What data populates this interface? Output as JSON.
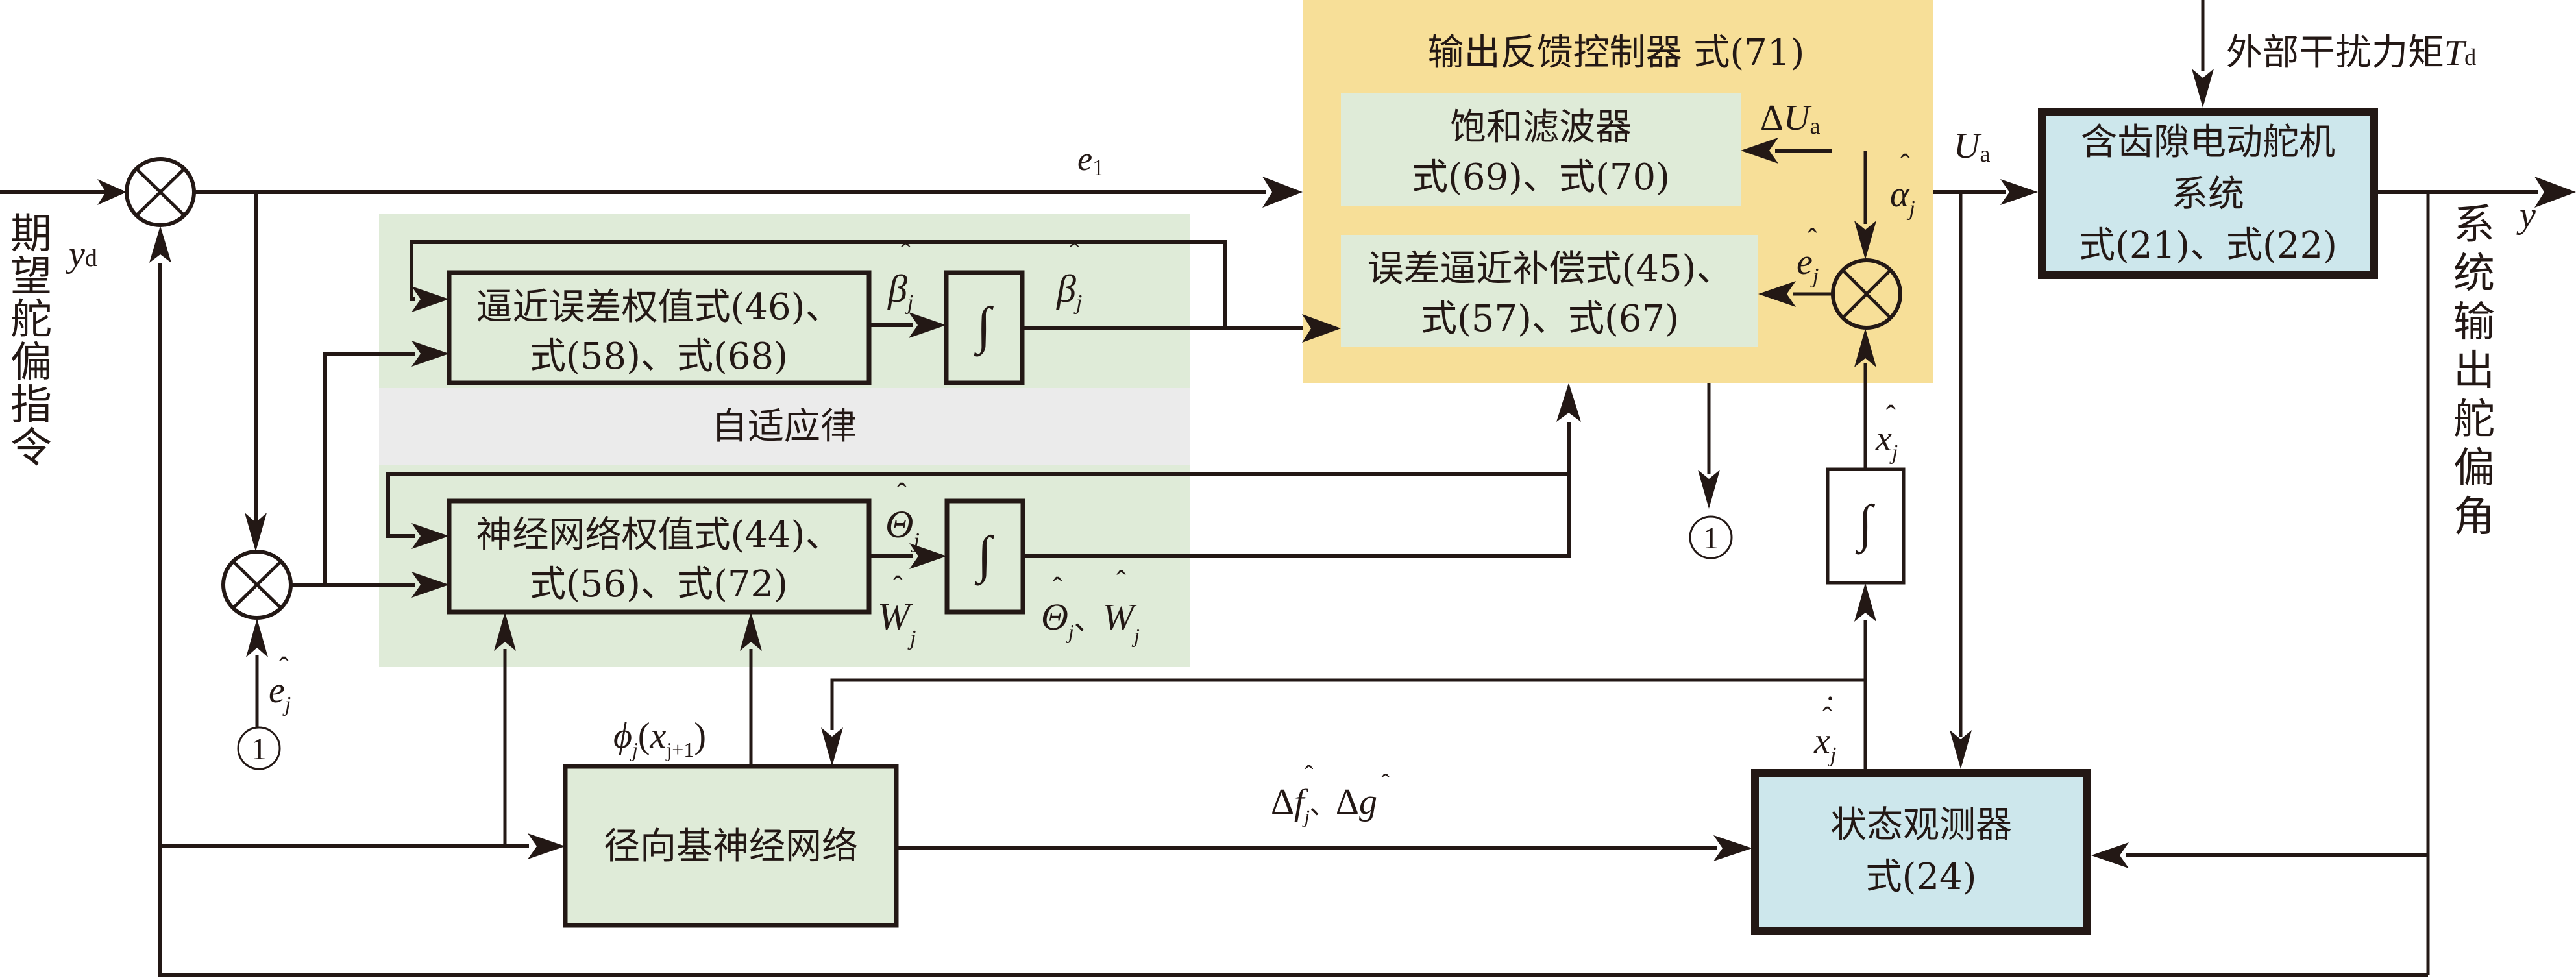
{
  "colors": {
    "line": "#231815",
    "controller_panel": "#F7DF98",
    "adaptive_panel": "#DFEBD8",
    "adaptive_band": "#EBEBEB",
    "plant_box": "#CDE7EC",
    "sub_block": "#DFEBD8"
  },
  "input": {
    "label_vertical": [
      "期",
      "望",
      "舵",
      "偏",
      "指",
      "令"
    ],
    "signal": "y",
    "signal_sub": "d"
  },
  "output": {
    "label_vertical": [
      "系",
      "统",
      "输",
      "出",
      "舵",
      "偏",
      "角"
    ],
    "signal": "y"
  },
  "disturbance": {
    "label": "外部干扰力矩",
    "symbol": "T",
    "symbol_sub": "d"
  },
  "controller": {
    "title": "输出反馈控制器 式(71)",
    "saturation_filter": {
      "line1": "饱和滤波器",
      "line2": "式(69)、式(70)"
    },
    "error_compensation": {
      "line1": "误差逼近补偿式(45)、",
      "line2": "式(57)、式(67)"
    }
  },
  "adaptive_law": {
    "band_label": "自适应律",
    "approx_error_weight": {
      "line1": "逼近误差权值式(46)、",
      "line2": "式(58)、式(68)"
    },
    "nn_weight": {
      "line1": "神经网络权值式(44)、",
      "line2": "式(56)、式(72)"
    },
    "integrator_symbol": "∫"
  },
  "plant": {
    "line1": "含齿隙电动舵机",
    "line2": "系统",
    "line3": "式(21)、式(22)"
  },
  "observer": {
    "line1": "状态观测器",
    "line2": "式(24)"
  },
  "rbf": {
    "label": "径向基神经网络"
  },
  "connector": {
    "symbol": "①"
  },
  "signals": {
    "e1": {
      "base": "e",
      "sub": "1"
    },
    "delta_Ua": {
      "prefix": "Δ",
      "base": "U",
      "sub": "a"
    },
    "Ua": {
      "base": "U",
      "sub": "a"
    },
    "alpha_hat": {
      "base": "α",
      "sub": "j"
    },
    "e_hat_right": {
      "base": "e",
      "sub": "j"
    },
    "e_hat_left": {
      "base": "e",
      "sub": "j"
    },
    "x_hat": {
      "base": "x",
      "sub": "j"
    },
    "x_hat_dot": {
      "base": "x",
      "sub": "j"
    },
    "beta_hat_in": {
      "base": "β",
      "sub": "j"
    },
    "beta_hat_out": {
      "base": "β",
      "sub": "j"
    },
    "theta_hat_in": {
      "base": "Θ",
      "sub": "j"
    },
    "w_hat_in": {
      "base": "W",
      "sub": "j"
    },
    "theta_w_out": {
      "base1": "Θ",
      "sub1": "j",
      "sep": "、",
      "base2": "W",
      "sub2": "j"
    },
    "phi": {
      "base": "ϕ",
      "sub": "j",
      "arg_open": "(",
      "arg_base": "x",
      "arg_sub": "j+1",
      "arg_close": ")"
    },
    "delta_fg": {
      "d1": "Δ",
      "f": "f",
      "fsub": "j",
      "sep": "、",
      "d2": "Δ",
      "g": "g"
    },
    "hat_mark": "ˆ",
    "dot_mark": "·"
  }
}
